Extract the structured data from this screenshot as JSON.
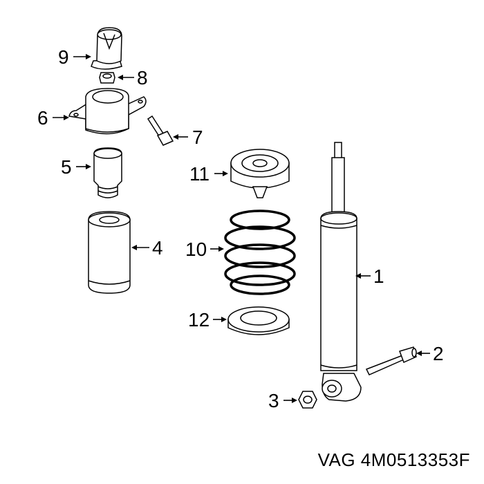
{
  "callouts": {
    "c1": "1",
    "c2": "2",
    "c3": "3",
    "c4": "4",
    "c5": "5",
    "c6": "6",
    "c7": "7",
    "c8": "8",
    "c9": "9",
    "c10": "10",
    "c11": "11",
    "c12": "12"
  },
  "caption": "VAG 4M0513353F"
}
